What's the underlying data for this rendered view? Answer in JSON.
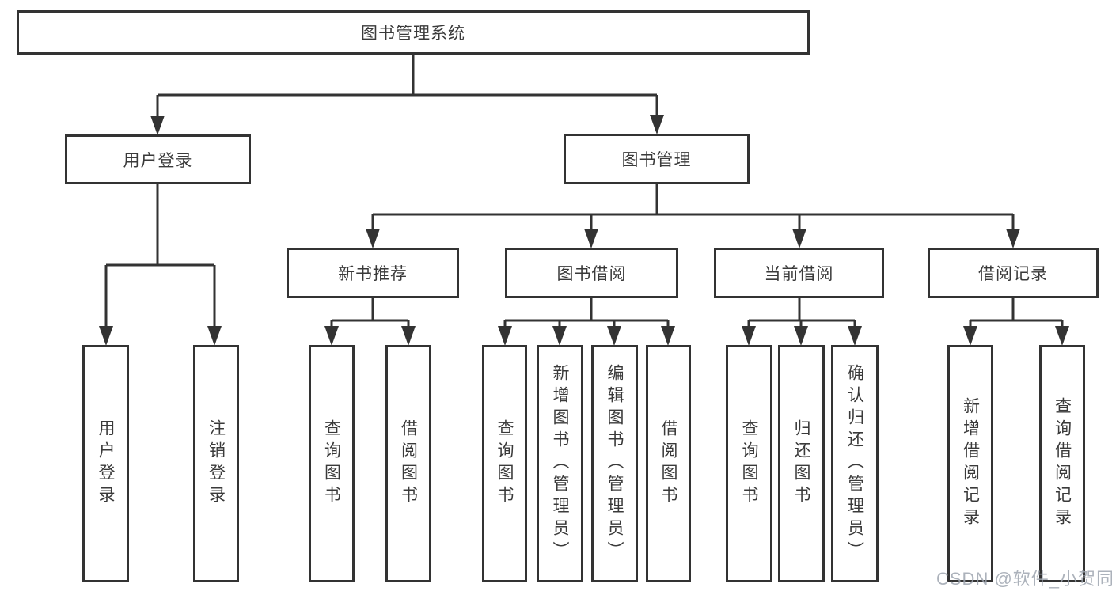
{
  "diagram": {
    "root": {
      "label": "图书管理系统"
    },
    "user_login": {
      "label": "用户登录",
      "children": [
        {
          "label": "用户登录"
        },
        {
          "label": "注销登录"
        }
      ]
    },
    "book_mgmt": {
      "label": "图书管理",
      "sections": [
        {
          "label": "新书推荐",
          "children": [
            {
              "label": "查询图书"
            },
            {
              "label": "借阅图书"
            }
          ]
        },
        {
          "label": "图书借阅",
          "children": [
            {
              "label": "查询图书"
            },
            {
              "label": "新增图书（管理员）"
            },
            {
              "label": "编辑图书（管理员）"
            },
            {
              "label": "借阅图书"
            }
          ]
        },
        {
          "label": "当前借阅",
          "children": [
            {
              "label": "查询图书"
            },
            {
              "label": "归还图书"
            },
            {
              "label": "确认归还（管理员）"
            }
          ]
        },
        {
          "label": "借阅记录",
          "children": [
            {
              "label": "新增借阅记录"
            },
            {
              "label": "查询借阅记录"
            }
          ]
        }
      ]
    }
  },
  "watermark": {
    "text": "CSDN @软件_小贺同学"
  },
  "colors": {
    "line": "#333333",
    "text": "#3a3a3a",
    "watermark": "#9ea5af"
  }
}
